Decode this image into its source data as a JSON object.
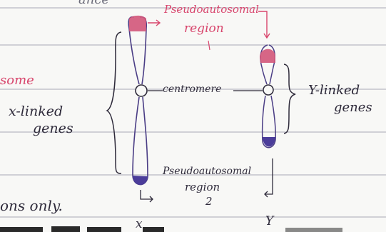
{
  "colors": {
    "paper": "#f8f8f6",
    "rule_line": "#b9b9c4",
    "ink": "#2e2a3a",
    "pseudoautosomal_pink": "#d8456c",
    "chromosome_tip_pink": "#d1557a",
    "chromosome_tip_purple": "#4b3d9a"
  },
  "labels": {
    "partial_top": "ance",
    "partial_left": "some",
    "x_linked_line1": "x-linked",
    "x_linked_line2": "genes",
    "pseudo_top_line1": "Pseudoautosomal",
    "pseudo_top_line2": "region",
    "centromere": "centromere",
    "y_linked_line1": "Y-linked",
    "y_linked_line2": "genes",
    "pseudo_bottom_line1": "Pseudoautosomal",
    "pseudo_bottom_line2": "region",
    "pseudo_bottom_line3": "2",
    "partial_bottom": "ons only.",
    "x_chromosome": "x",
    "y_chromosome": "Y"
  }
}
